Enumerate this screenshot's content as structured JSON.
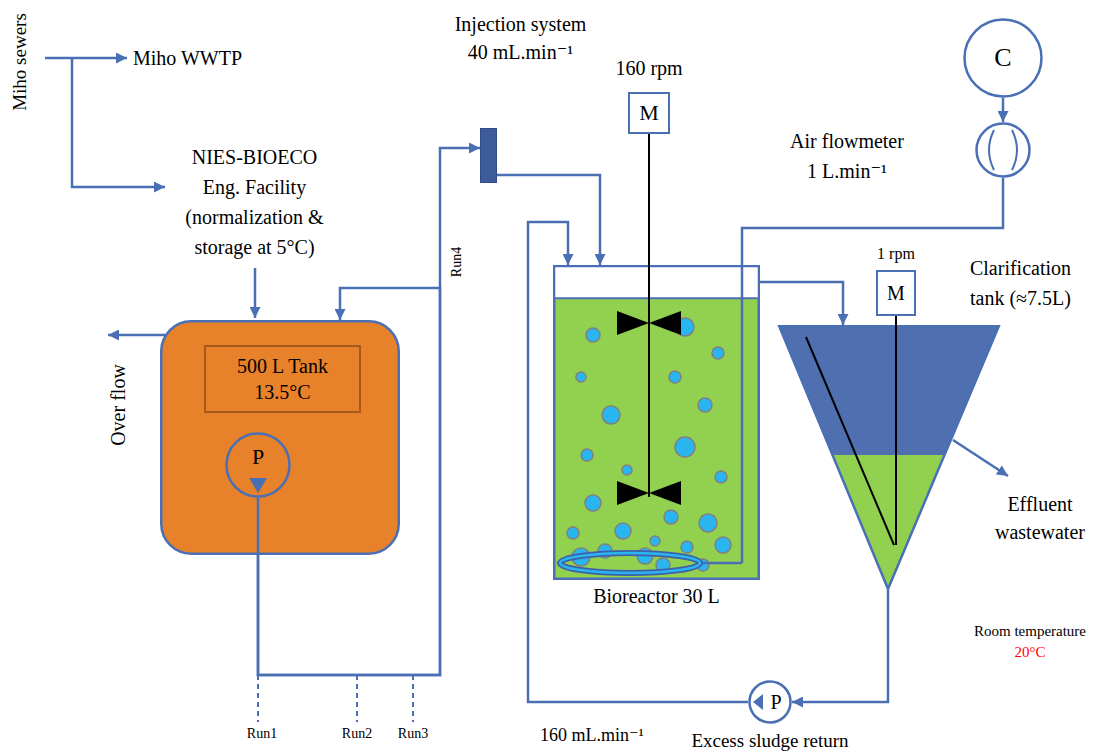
{
  "diagram": {
    "nodes": [
      {
        "text": []
      },
      {
        "text": [
          "500 L Tank 13.5°C"
        ],
        "in": 0
      },
      {
        "text": [
          "P"
        ],
        "in": 0
      },
      {
        "text": [
          "Injection system 40 mL.min⁻¹"
        ]
      },
      {
        "text": [
          "160 rpm",
          "M"
        ]
      },
      {
        "text": [
          "Bioreactor 30 L"
        ]
      },
      {
        "text": [
          "1 rpm",
          "M"
        ]
      },
      {
        "text": [
          "Clarification tank (≈7.5L)"
        ]
      },
      {
        "text": [
          "C"
        ]
      },
      {
        "text": [
          "Air flowmeter 1 L.min⁻¹"
        ]
      },
      {
        "text": [
          "P",
          "Excess sludge return"
        ]
      }
    ],
    "edges": [
      {
        "from": 2,
        "to": 3,
        "arrow": "to"
      },
      {
        "from": 2,
        "to": 0,
        "arrow": "to"
      },
      {
        "from": 3,
        "to": 5,
        "arrow": "to"
      },
      {
        "from": 4,
        "to": 5,
        "arrow": "none"
      },
      {
        "from": 5,
        "to": 7,
        "arrow": "to"
      },
      {
        "from": 6,
        "to": 7,
        "arrow": "none"
      },
      {
        "from": 8,
        "to": 9,
        "arrow": "to"
      },
      {
        "from": 9,
        "to": 5,
        "arrow": "none"
      },
      {
        "from": 7,
        "to": 10,
        "arrow": "to"
      },
      {
        "from": 10,
        "to": 5,
        "label": "160 mL.min⁻¹",
        "arrow": "to"
      }
    ],
    "labels": [
      "Miho sewers",
      "Miho WWTP",
      "NIES-BIOECO Eng. Facility (normalization & storage at 5°C)",
      "Over flow",
      "Run4",
      "Run1",
      "Run2",
      "Run3",
      "Effluent wastewater",
      "Room temperature",
      "20°C"
    ]
  }
}
